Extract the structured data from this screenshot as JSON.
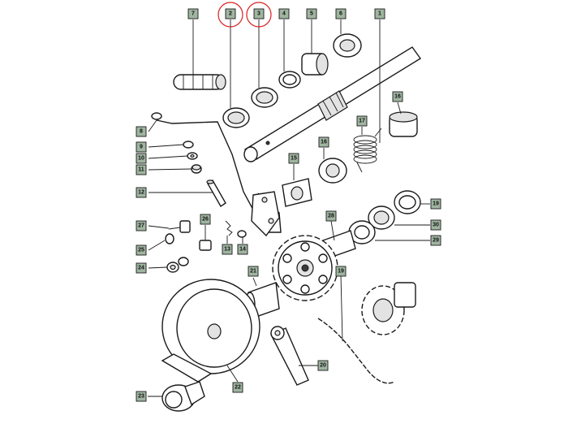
{
  "diagram": {
    "labels": [
      "1",
      "2",
      "3",
      "4",
      "5",
      "6",
      "7",
      "8",
      "9",
      "10",
      "11",
      "12",
      "13",
      "14",
      "15",
      "16",
      "17",
      "19",
      "20",
      "21",
      "22",
      "23",
      "24",
      "25",
      "26",
      "27",
      "28",
      "29",
      "30",
      "19",
      "16"
    ],
    "highlighted": [
      "2",
      "3"
    ],
    "colors": {
      "tag": "#9fb5a0",
      "highlight": "#d91e1e",
      "line": "#1a1a1a"
    }
  }
}
